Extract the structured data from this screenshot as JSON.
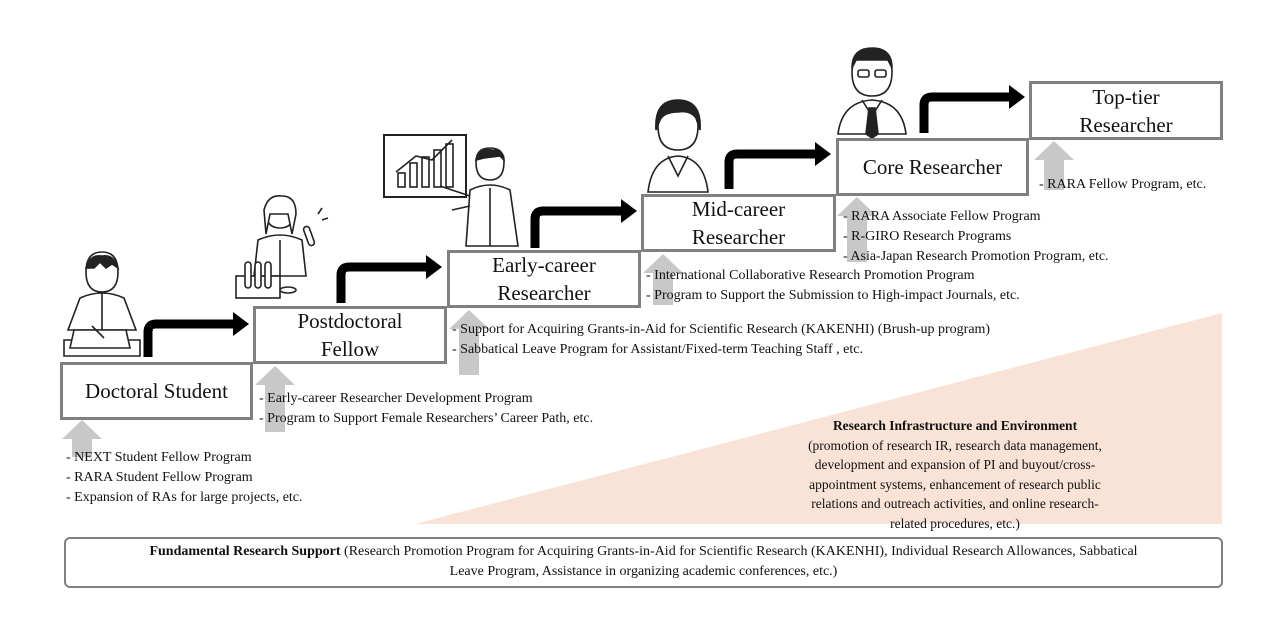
{
  "stages": [
    {
      "id": "doctoral",
      "lines": [
        "Doctoral Student"
      ]
    },
    {
      "id": "postdoc",
      "lines": [
        "Postdoctoral",
        "Fellow"
      ]
    },
    {
      "id": "early",
      "lines": [
        "Early-career",
        "Researcher"
      ]
    },
    {
      "id": "mid",
      "lines": [
        "Mid-career",
        "Researcher"
      ]
    },
    {
      "id": "core",
      "lines": [
        "Core Researcher"
      ]
    },
    {
      "id": "toptier",
      "lines": [
        "Top-tier",
        "Researcher"
      ]
    }
  ],
  "programs": {
    "doctoral": [
      "- NEXT Student Fellow Program",
      "- RARA Student Fellow Program",
      "- Expansion  of RAs for large projects, etc."
    ],
    "postdoc": [
      "- Early-career  Researcher Development  Program",
      "- Program to Support Female Researchers’ Career Path, etc."
    ],
    "early": [
      "- Support for Acquiring  Grants-in-Aid  for  Scientific  Research  (KAKENHI) (Brush-up program)",
      "- Sabbatical Leave Program for Assistant/Fixed-term  Teaching  Staff , etc."
    ],
    "mid": [
      "- International  Collaborative  Research Promotion Program",
      "- Program to Support the Submission  to High-impact  Journals, etc."
    ],
    "core": [
      "- RARA Associate Fellow Program",
      "- R-GIRO Research Programs",
      "- Asia-Japan  Research Promotion  Program, etc."
    ],
    "toptier": [
      "- RARA Fellow Program, etc."
    ]
  },
  "infrastructure": {
    "title": "Research Infrastructure  and Environment",
    "lines": [
      "(promotion  of research IR, research data management,",
      "development  and expansion  of PI and buyout/cross-",
      "appointment systems, enhancement of research public",
      "relations  and outreach activities,  and online research-",
      "related procedures, etc.)"
    ]
  },
  "fundamental": {
    "title": "Fundamental  Research Support",
    "line1": " (Research Promotion Program for Acquiring  Grants-in-Aid  for  Scientific  Research  (KAKENHI), Individual Research Allowances,  Sabbatical",
    "line2": "Leave Program, Assistance in organizing  academic conferences,  etc.)"
  },
  "colors": {
    "box_border": "#808080",
    "up_arrow": "#c8c8c8",
    "step_arrow": "#000000",
    "environment_wedge": "#f9e3d6"
  },
  "icons": [
    "student-writing-icon",
    "scientist-lab-icon",
    "presenter-chart-icon",
    "woman-researcher-icon",
    "senior-researcher-icon"
  ]
}
